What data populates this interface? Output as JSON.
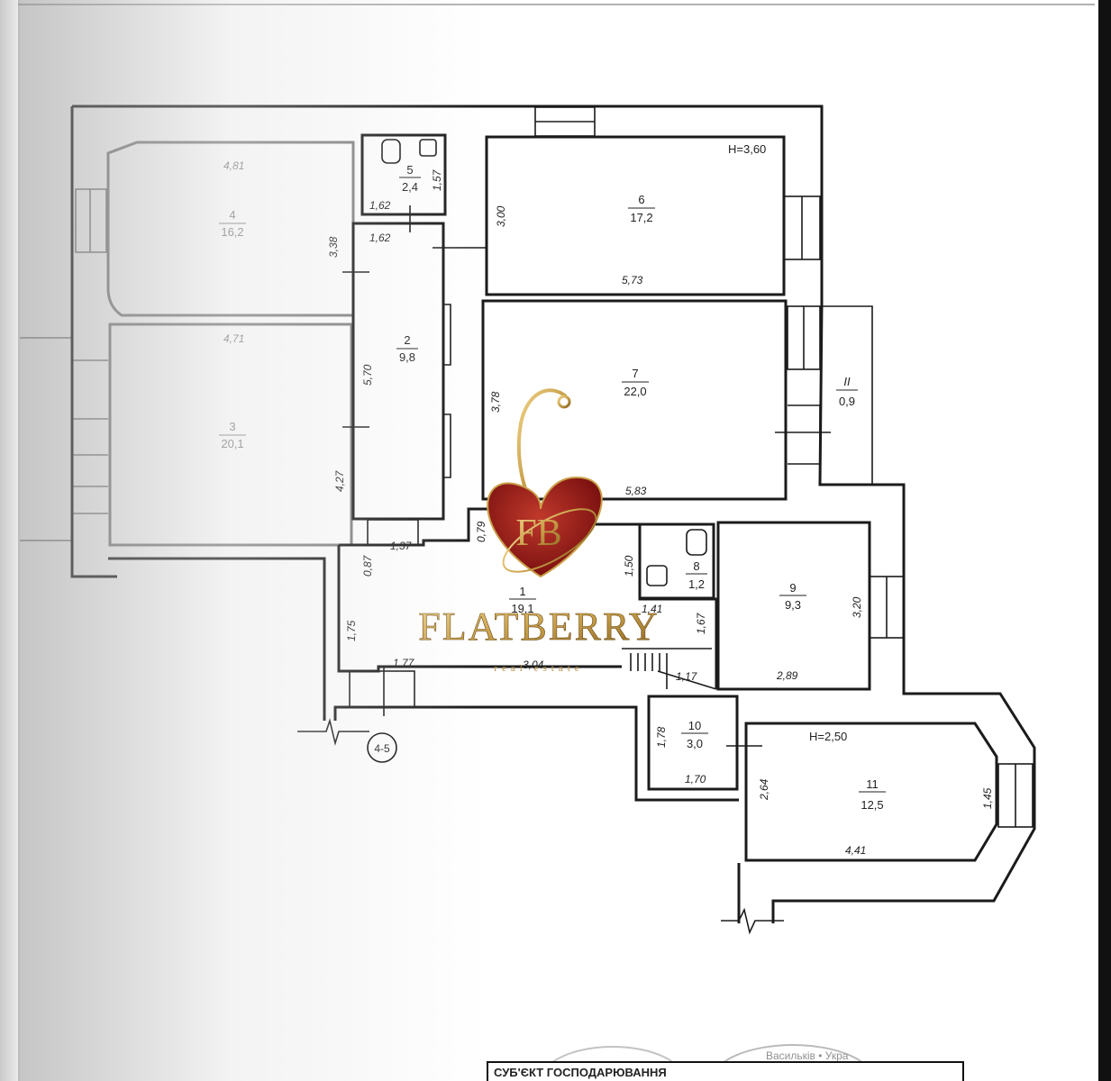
{
  "plan": {
    "heights": {
      "top": "H=3,60",
      "lower": "H=2,50"
    },
    "axis_label": "4-5",
    "rooms": [
      {
        "no": "1",
        "area": "19,1"
      },
      {
        "no": "2",
        "area": "9,8"
      },
      {
        "no": "3",
        "area": "20,1"
      },
      {
        "no": "4",
        "area": "16,2"
      },
      {
        "no": "5",
        "area": "2,4"
      },
      {
        "no": "6",
        "area": "17,2"
      },
      {
        "no": "7",
        "area": "22,0"
      },
      {
        "no": "8",
        "area": "1,2"
      },
      {
        "no": "9",
        "area": "9,3"
      },
      {
        "no": "10",
        "area": "3,0"
      },
      {
        "no": "11",
        "area": "12,5"
      },
      {
        "no": "II",
        "area": "0,9"
      }
    ],
    "dims": {
      "r4_top": "4,81",
      "r4_side": "3,38",
      "r3_top": "4,71",
      "r3_side": "4,27",
      "r5_w": "1,62",
      "r5_h": "1,57",
      "r2_w": "1,62",
      "r2_h": "5,70",
      "r6_h": "3,00",
      "r6_w": "5,73",
      "r7_h": "3,78",
      "r7_w": "5,83",
      "r1_a": "0,79",
      "r1_b": "0,87",
      "r1_c": "1,37",
      "r1_d": "1,75",
      "r1_e": "1,77",
      "r1_f": "3,04",
      "r1_g": "1,50",
      "r1_h": "1,41",
      "r1_i": "1,67",
      "r1_j": "1,17",
      "r9_h": "3,20",
      "r9_w": "2,89",
      "r10_h": "1,78",
      "r10_w": "1,70",
      "r11_h": "2,64",
      "r11_w": "4,41",
      "r11_r": "1,45"
    }
  },
  "watermark": {
    "brand": "FLATBERRY",
    "tagline": "real estate",
    "monogram": "FB"
  },
  "footer": {
    "text": "СУБ'ЄКТ ГОСПОДАРЮВАННЯ",
    "stamp_text": "Васильків • Укра"
  },
  "colors": {
    "wall": "#1b1b1b",
    "heart": "#9b1b1b",
    "gold": "#c9a04a"
  }
}
